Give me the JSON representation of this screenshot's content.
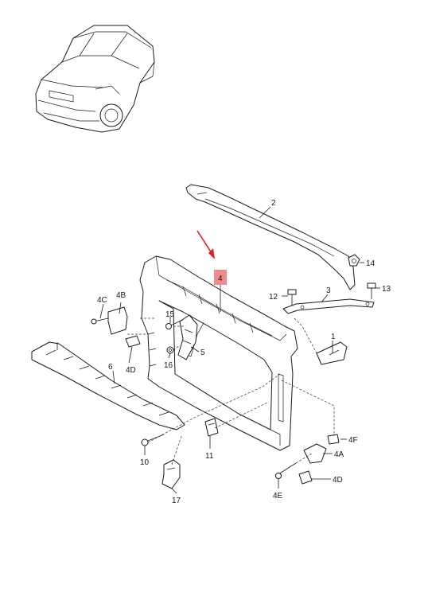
{
  "colors": {
    "highlight": "#f08a8a",
    "arrow": "#e02020",
    "ink": "#1a1a1a"
  },
  "labels": {
    "l1": "1",
    "l2": "2",
    "l3": "3",
    "l4": "4",
    "l5": "5",
    "l6": "6",
    "l10": "10",
    "l11": "11",
    "l12": "12",
    "l13": "13",
    "l14": "14",
    "l15": "15",
    "l16": "16",
    "l17": "17",
    "l4a": "4A",
    "l4b": "4B",
    "l4c": "4C",
    "l4d_left": "4D",
    "l4d_right": "4D",
    "l4e": "4E",
    "l4f": "4F"
  }
}
